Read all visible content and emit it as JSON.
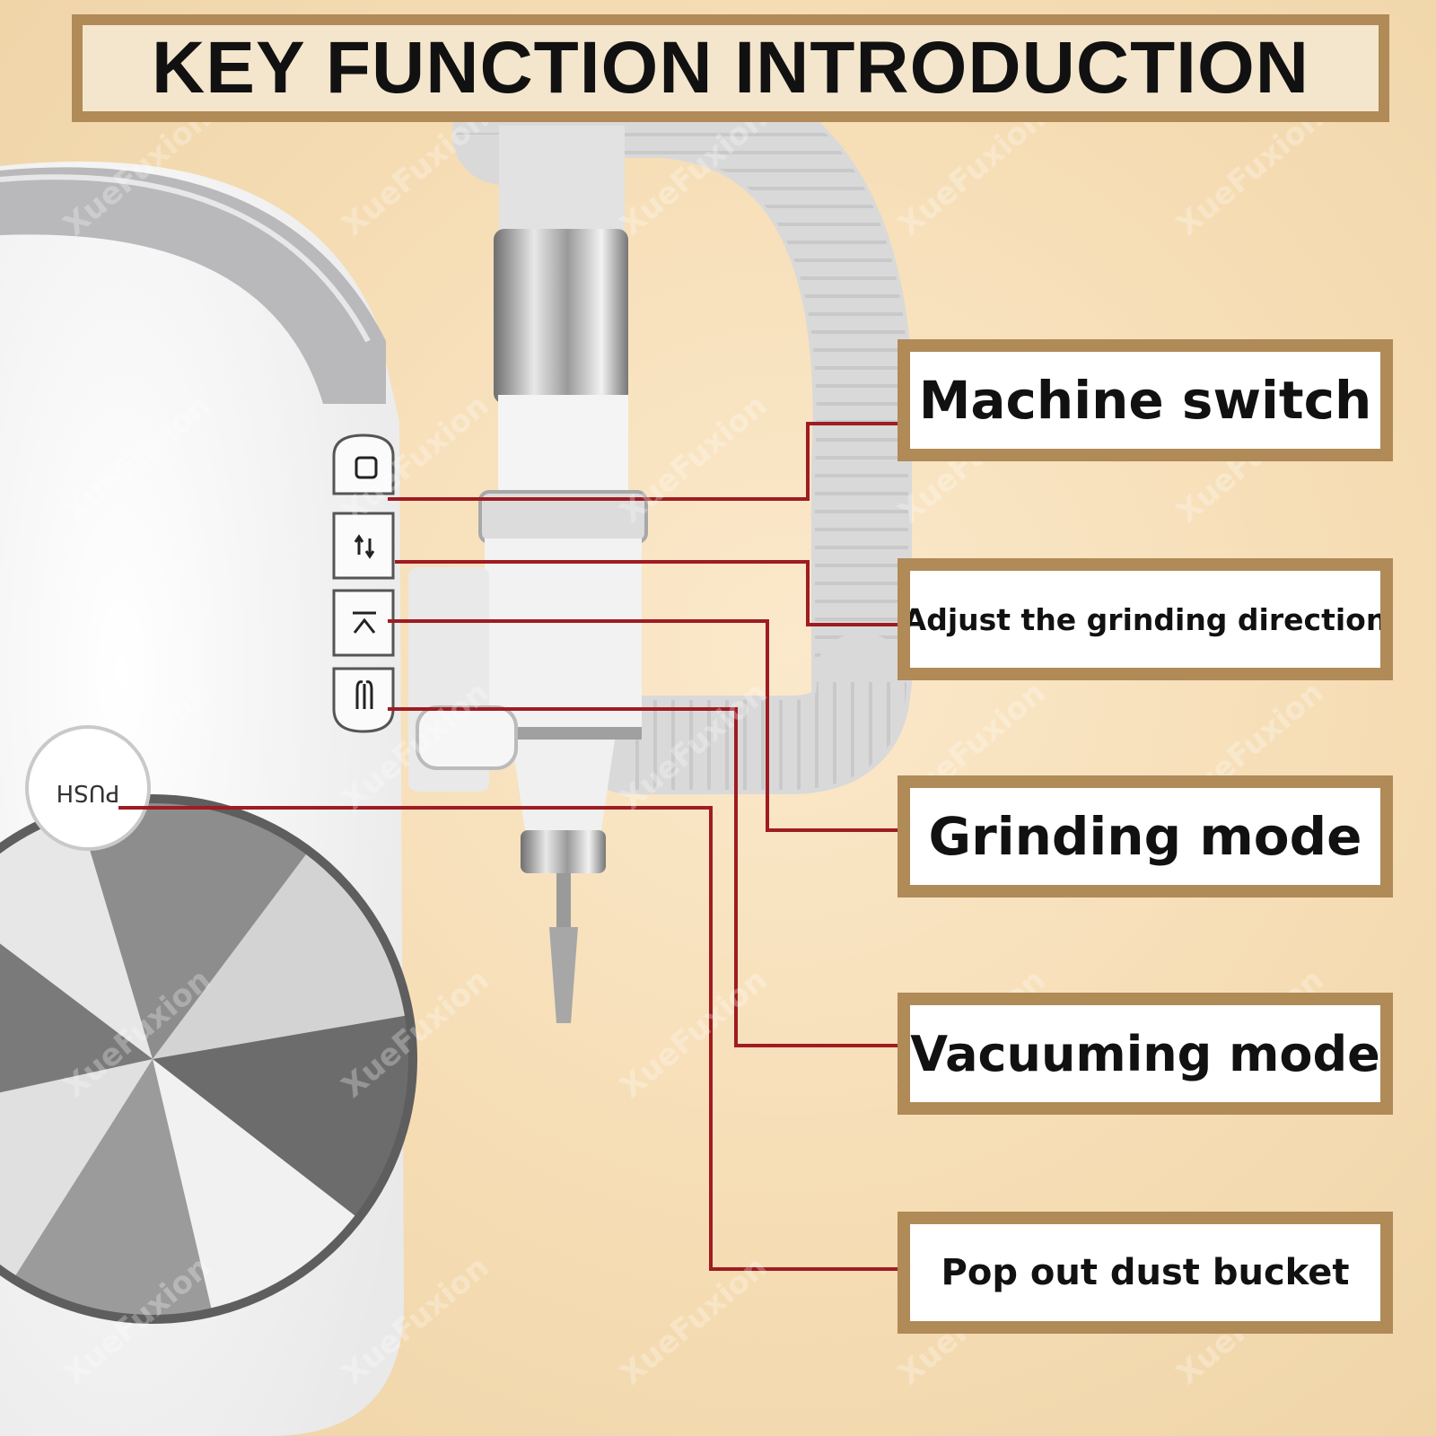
{
  "title": "KEY FUNCTION INTRODUCTION",
  "watermark": "XueFuxion",
  "push_label": "PUSH",
  "labels": {
    "machine_switch": "Machine switch",
    "grinding_direction": "Adjust the grinding direction",
    "grinding_mode": "Grinding mode",
    "vacuuming_mode": "Vacuuming mode",
    "dust_bucket": "Pop out dust bucket"
  },
  "colors": {
    "frame": "#b08a57",
    "leader_line": "#9e1c22",
    "background": "#f5dcb3"
  },
  "icons": [
    "power-square-icon",
    "direction-arrows-icon",
    "grinding-mode-icon",
    "vacuum-mode-icon"
  ]
}
